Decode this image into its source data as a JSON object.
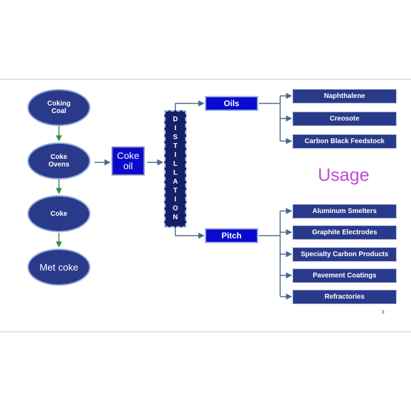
{
  "process": {
    "coking_coal": "Coking Coal",
    "coke_ovens": "Coke Ovens",
    "coke": "Coke",
    "met_coke": "Met coke"
  },
  "coke_oil": "Coke oil",
  "distillation": "DISTILLATION",
  "oils": {
    "label": "Oils",
    "products": [
      "Naphthalene",
      "Creosote",
      "Carbon Black Feedstock"
    ]
  },
  "pitch": {
    "label": "Pitch",
    "products": [
      "Aluminum Smelters",
      "Graphite Electrodes",
      "Specialty Carbon Products",
      "Pavement Coatings",
      "Refractories"
    ]
  },
  "usage_label": "Usage",
  "page_number": "3",
  "colors": {
    "ellipse_fill": "#2a3a8a",
    "bright_box": "#0a0acc",
    "usage_text": "#c04ad8",
    "green_arrow": "#3c8c3c",
    "connector": "#4a6a8a"
  }
}
